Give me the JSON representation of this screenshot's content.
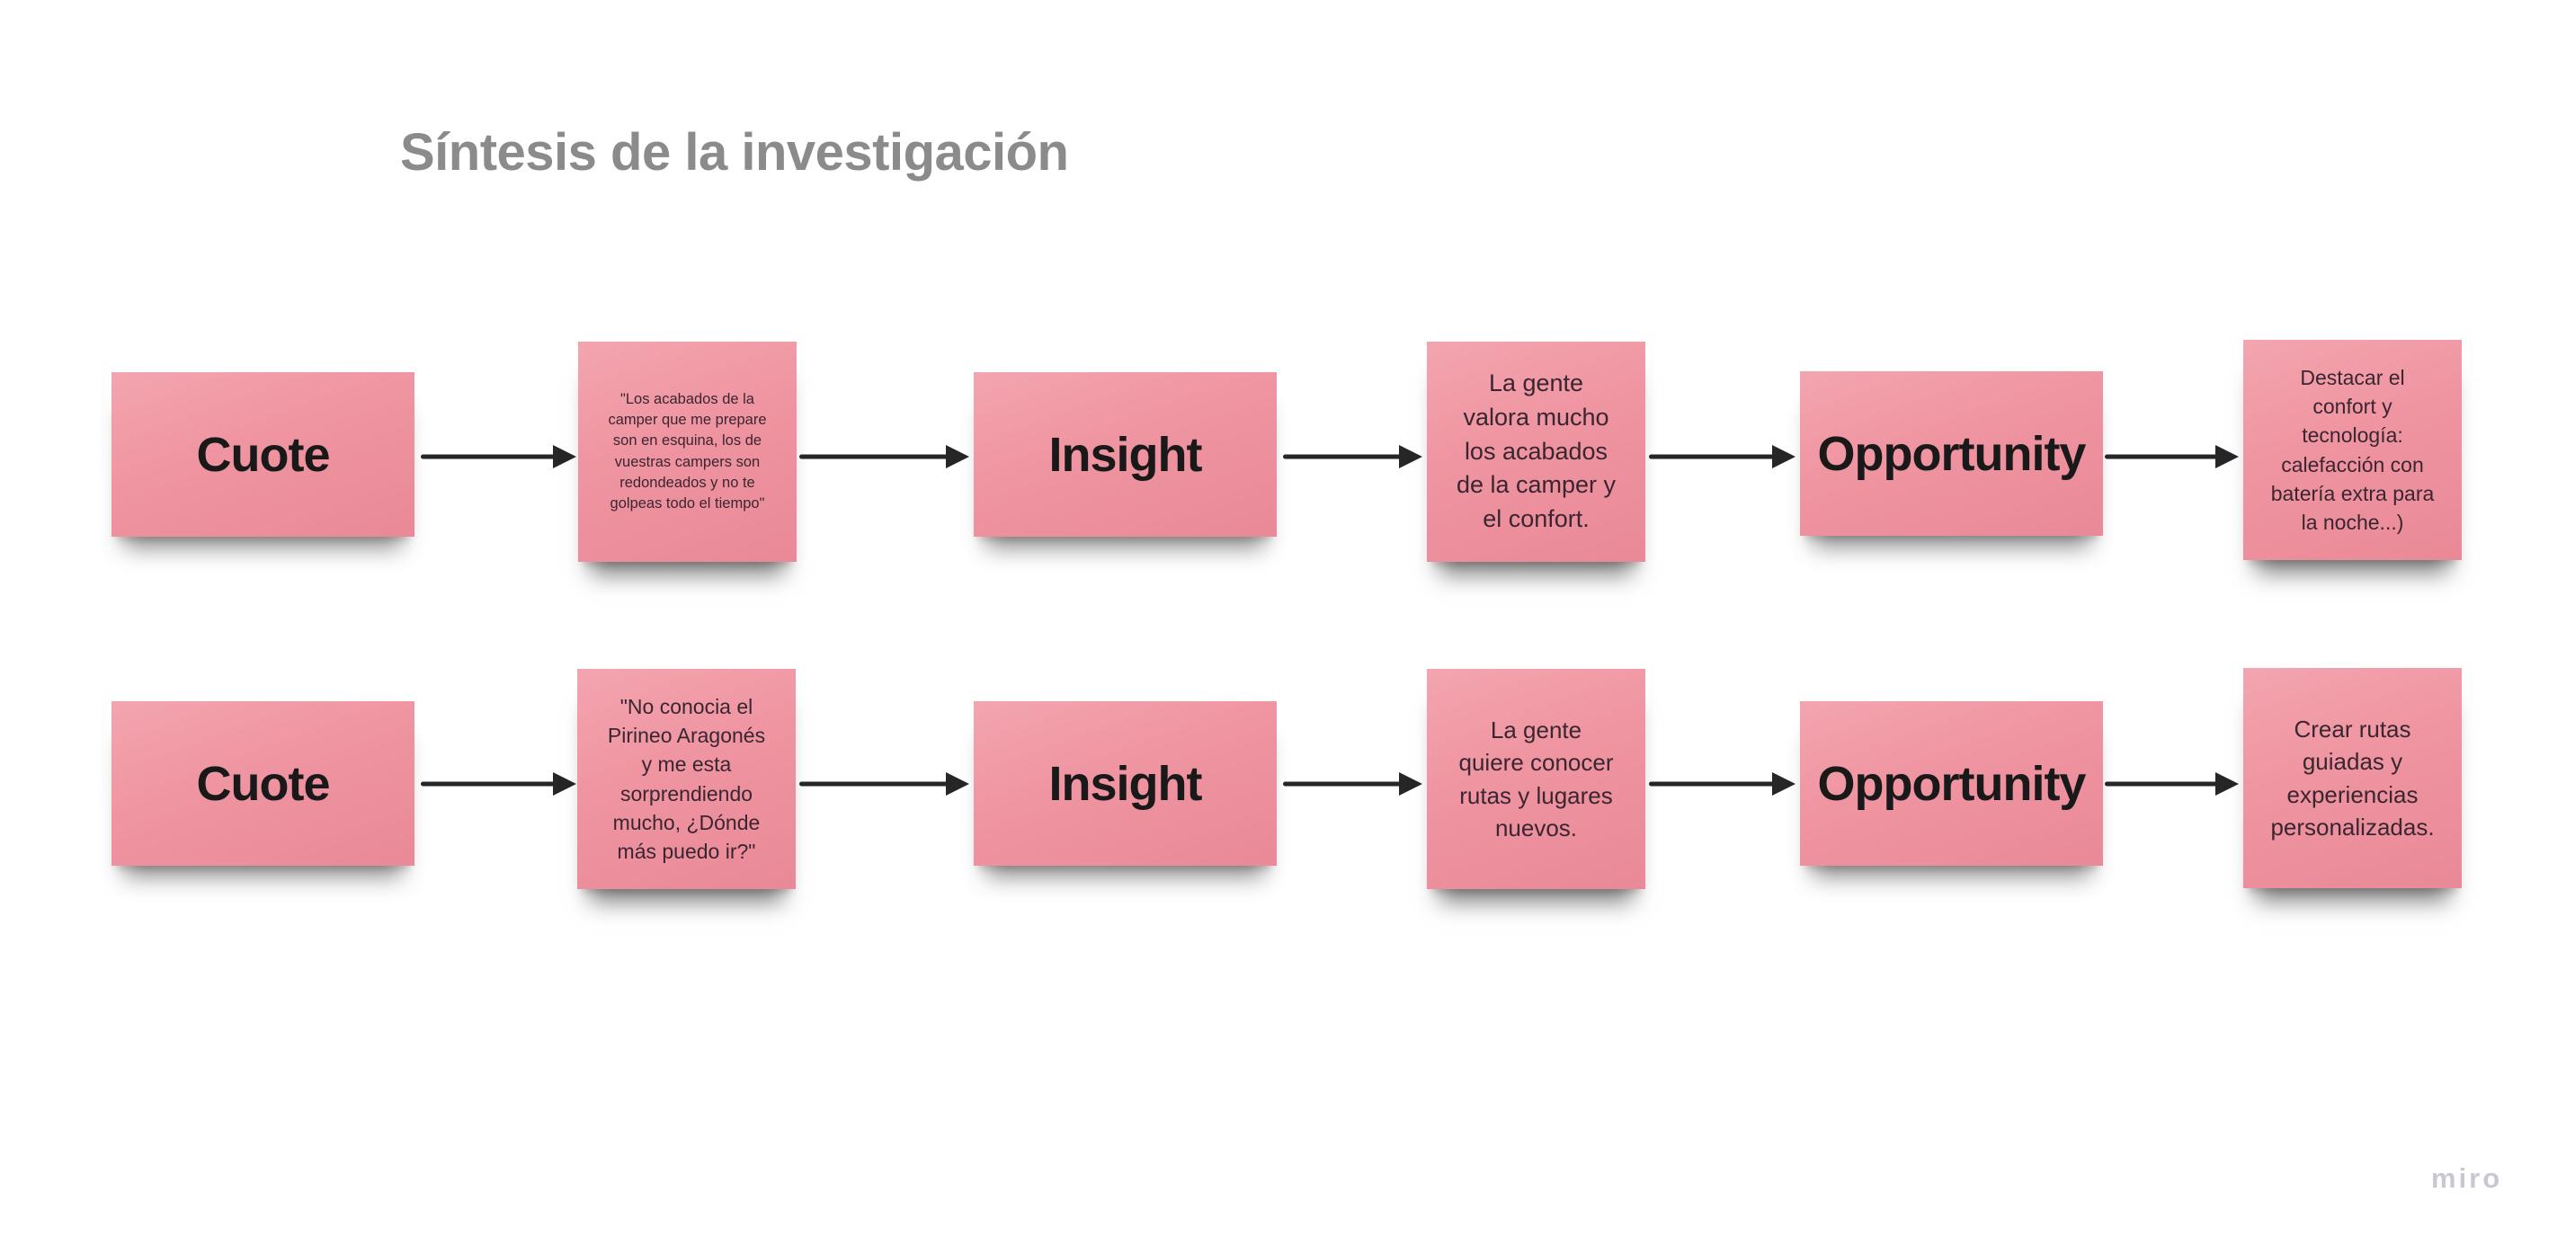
{
  "title": "Síntesis de la investigación",
  "watermark": "miro",
  "colors": {
    "sticky_pink": "#ef94a1",
    "arrow_black": "#262626",
    "title_gray": "#8b8b8b",
    "label_text": "#191919",
    "sticky_text": "#3a2630",
    "background": "#ffffff",
    "watermark_gray": "#c8c8d3"
  },
  "rows": [
    {
      "name": "row-1",
      "nodes": [
        {
          "kind": "label",
          "text": "Cuote"
        },
        {
          "kind": "sticky",
          "text": "\"Los acabados de la\ncamper que me prepare\nson en esquina, los de\nvuestras campers son\nredondeados y no te\ngolpeas todo el tiempo\""
        },
        {
          "kind": "label",
          "text": "Insight"
        },
        {
          "kind": "sticky",
          "text": "La gente\nvalora mucho\nlos acabados\nde la camper y\nel confort."
        },
        {
          "kind": "label",
          "text": "Opportunity"
        },
        {
          "kind": "sticky",
          "text": "Destacar el\nconfort y\ntecnología:\ncalefacción con\nbatería extra para\nla noche...)"
        }
      ]
    },
    {
      "name": "row-2",
      "nodes": [
        {
          "kind": "label",
          "text": "Cuote"
        },
        {
          "kind": "sticky",
          "text": "\"No conocia el\nPirineo Aragonés\ny me esta\nsorprendiendo\nmucho, ¿Dónde\nmás puedo ir?\""
        },
        {
          "kind": "label",
          "text": "Insight"
        },
        {
          "kind": "sticky",
          "text": "La gente\nquiere conocer\nrutas y lugares\nnuevos."
        },
        {
          "kind": "label",
          "text": "Opportunity"
        },
        {
          "kind": "sticky",
          "text": "Crear rutas\nguiadas y\nexperiencias\npersonalizadas."
        }
      ]
    }
  ]
}
